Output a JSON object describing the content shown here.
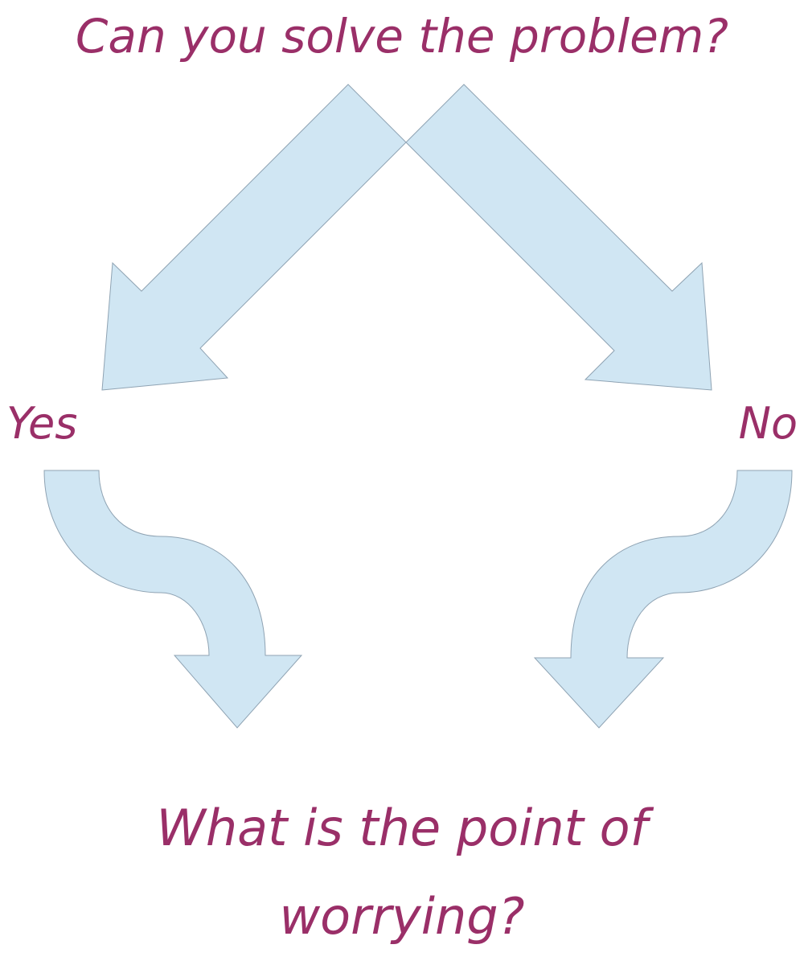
{
  "question": "Can you solve the problem?",
  "branches": {
    "yes": "Yes",
    "no": "No"
  },
  "conclusion": {
    "line1": "What is the point of",
    "line2": "worrying?"
  },
  "colors": {
    "text": "#9a2f68",
    "arrow_fill": "#d0e6f3",
    "arrow_stroke": "#8fa3b3"
  }
}
